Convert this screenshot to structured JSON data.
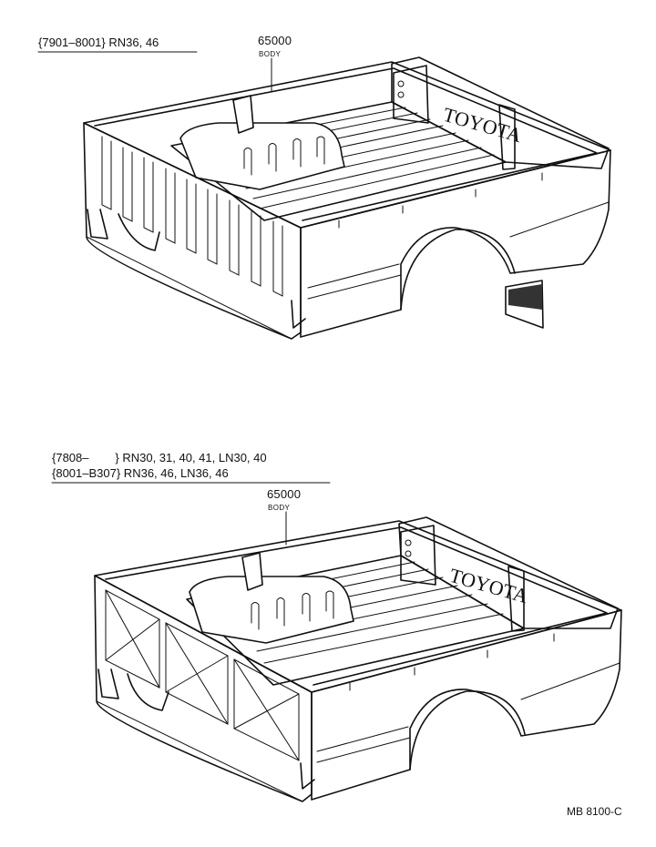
{
  "diagram_1": {
    "applicability": "{7901–8001} RN36, 46",
    "part_number": "65000",
    "part_name": "BODY",
    "tailgate_text": "TOYOTA"
  },
  "diagram_2": {
    "applicability_line1": "{7808–        } RN30, 31, 40, 41, LN30, 40",
    "applicability_line2": "{8001–B307} RN36, 46, LN36, 46",
    "part_number": "65000",
    "part_name": "BODY",
    "tailgate_text": "TOYOTA"
  },
  "footer": {
    "figure_code": "MB 8100-C"
  }
}
